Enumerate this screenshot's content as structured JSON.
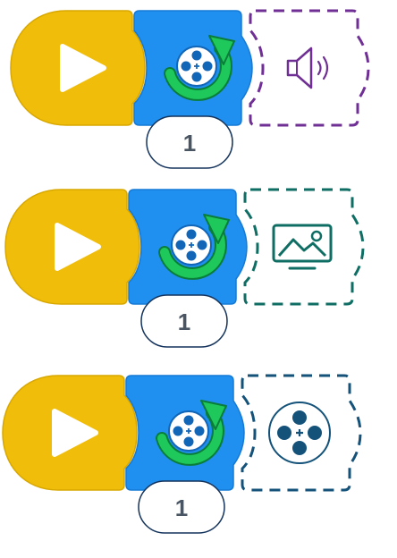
{
  "colors": {
    "start_block": "#f0bd0a",
    "start_block_stroke": "#d9a800",
    "play_triangle": "#ffffff",
    "motor_block": "#1f8ff0",
    "motor_block_stroke": "#157ad6",
    "rotation_arrow": "#1ec85a",
    "rotation_arrow_stroke": "#0a7d3a",
    "motor_dots": "#1266b8",
    "count_bubble_stroke": "#14335c",
    "count_text": "#4a5563"
  },
  "rows": [
    {
      "start_icon": "play-icon",
      "motor_icon": "motor-rotate-icon",
      "count": "1",
      "slot_icon": "speaker-icon",
      "slot_color": "#6f2f94"
    },
    {
      "start_icon": "play-icon",
      "motor_icon": "motor-rotate-icon",
      "count": "1",
      "slot_icon": "image-display-icon",
      "slot_color": "#0f6e64"
    },
    {
      "start_icon": "play-icon",
      "motor_icon": "motor-rotate-icon",
      "count": "1",
      "slot_icon": "motor-hub-icon",
      "slot_color": "#14527a"
    }
  ]
}
